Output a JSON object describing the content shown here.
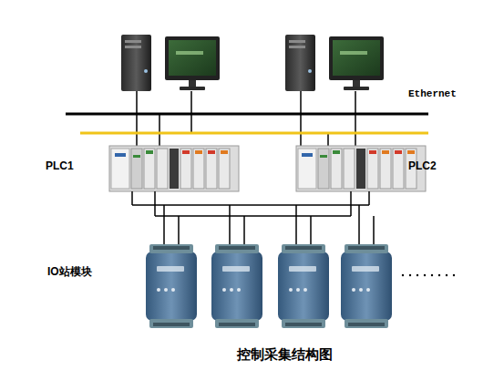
{
  "diagram": {
    "caption": "控制采集结构图",
    "labels": [
      "Ethernet",
      "PLC1",
      "PLC2",
      "IO站模块"
    ]
  }
}
